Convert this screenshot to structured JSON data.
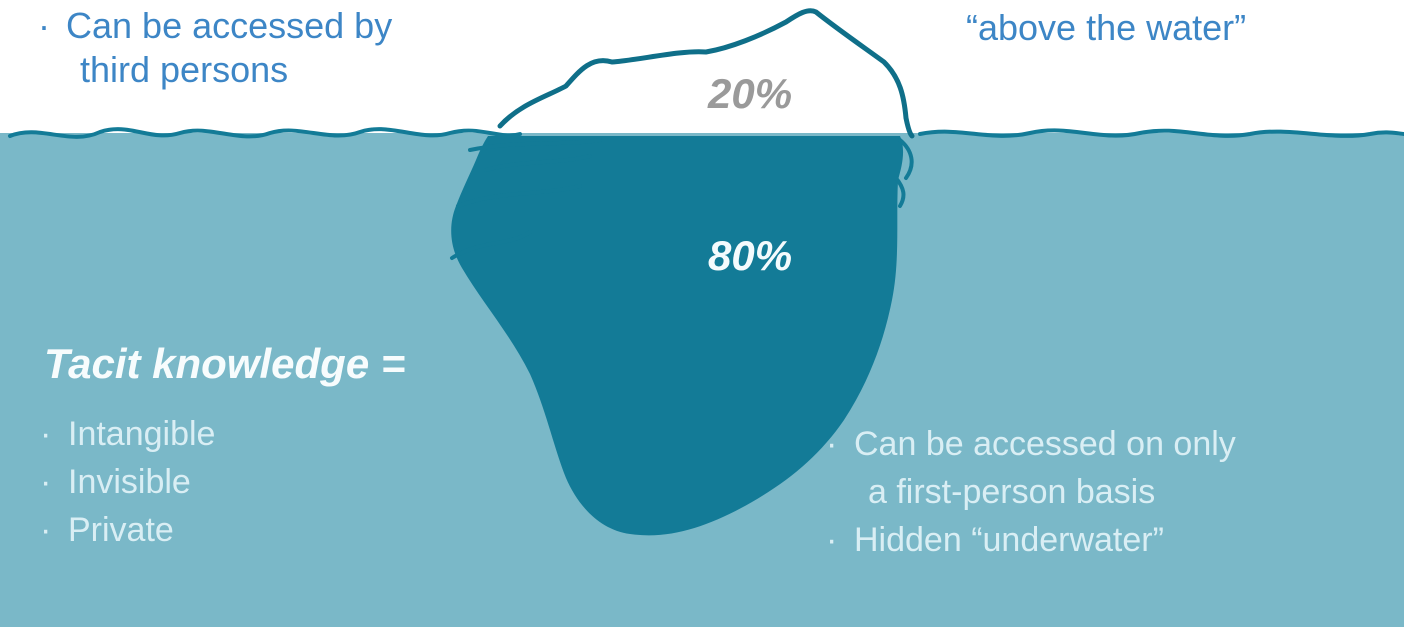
{
  "labels": {
    "top_left_line1": "Can be accessed by",
    "top_left_line2": "third persons",
    "top_right": "“above the water”",
    "pct_above": "20%",
    "pct_below": "80%",
    "tacit_title": "Tacit knowledge =",
    "tacit_items": [
      "Intangible",
      "Invisible",
      "Private"
    ],
    "bottom_right_line1": "Can be accessed on only",
    "bottom_right_line2": "a first-person basis",
    "bottom_right_line3": "Hidden “underwater”",
    "bullet": "·"
  },
  "colors": {
    "water": "#7ab8c8",
    "iceberg": "#137b97",
    "outline": "#0f6f89",
    "text_blue": "#3d86c6",
    "text_gray": "#9a9a9a",
    "text_light": "#d9eef4"
  }
}
